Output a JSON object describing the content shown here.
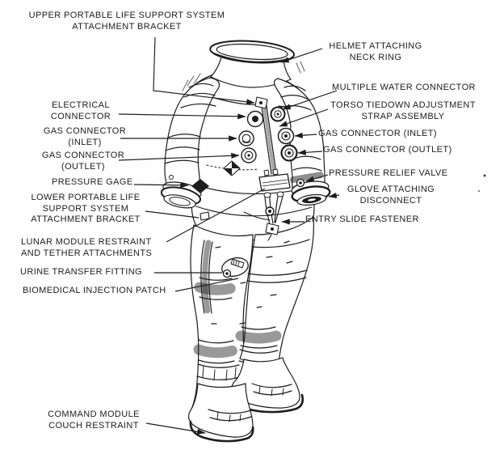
{
  "palette": {
    "ink": "#1d1d1d",
    "paper": "#ffffff"
  },
  "illustration": "full-body pressure suit line drawing, front three-quarter view",
  "labels": {
    "upper_plss": "UPPER PORTABLE LIFE SUPPORT SYSTEM\nATTACHMENT BRACKET",
    "helmet": "HELMET ATTACHING\nNECK RING",
    "water": "MULTIPLE WATER CONNECTOR",
    "tiedown": "TORSO TIEDOWN ADJUSTMENT\nSTRAP ASSEMBLY",
    "gas_inlet_right": "GAS CONNECTOR (INLET)",
    "gas_outlet_right": "GAS CONNECTOR (OUTLET)",
    "electrical": "ELECTRICAL\nCONNECTOR",
    "gas_inlet_left": "GAS CONNECTOR\n(INLET)",
    "gas_outlet_left": "GAS CONNECTOR\n(OUTLET)",
    "pressure_gage": "PRESSURE GAGE",
    "lower_plss": "LOWER PORTABLE LIFE\nSUPPORT SYSTEM\nATTACHMENT BRACKET",
    "pressure_relief": "PRESSURE RELIEF VALVE",
    "glove": "GLOVE ATTACHING\nDISCONNECT",
    "entry": "ENTRY SLIDE FASTENER",
    "lunar": "LUNAR MODULE RESTRAINT\nAND TETHER ATTACHMENTS",
    "urine": "URINE TRANSFER FITTING",
    "biomedical": "BIOMEDICAL INJECTION PATCH",
    "command": "COMMAND MODULE\nCOUCH RESTRAINT"
  }
}
